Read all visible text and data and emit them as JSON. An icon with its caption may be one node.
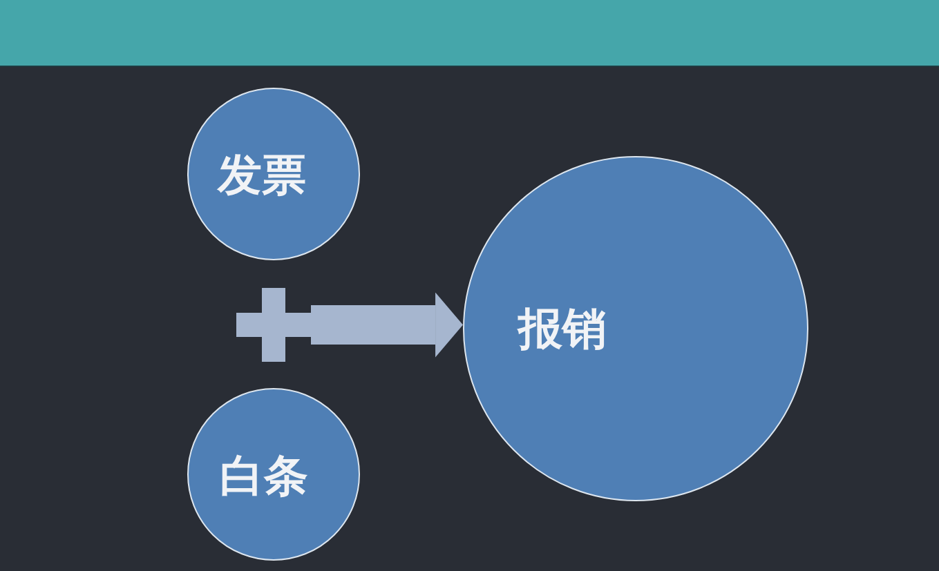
{
  "diagram": {
    "nodes": [
      {
        "text": [
          "发票"
        ]
      },
      {
        "text": [],
        "shape": "plus"
      },
      {
        "text": [
          "白条"
        ]
      },
      {
        "text": [
          "报销"
        ]
      }
    ],
    "edges": [
      {
        "from": 1,
        "to": 3,
        "arrow": "to"
      }
    ]
  }
}
